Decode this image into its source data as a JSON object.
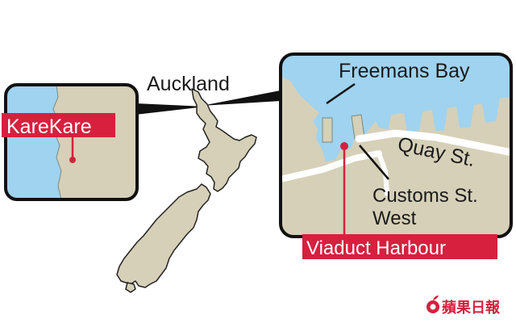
{
  "map": {
    "country_label": "Auckland",
    "inset_left": {
      "place_label": "KareKare"
    },
    "inset_right": {
      "bay_label": "Freemans Bay",
      "street_label": "Quay St.",
      "customs_label_line1": "Customs St.",
      "customs_label_line2": "West",
      "harbour_label": "Viaduct Harbour"
    },
    "colors": {
      "land": "#d6d0b8",
      "water": "#9fd3ef",
      "accent_red": "#d6203e",
      "outline": "#111111",
      "road": "#ffffff"
    }
  },
  "watermark": {
    "text": "蘋果日報",
    "icon": "apple-logo-icon"
  }
}
